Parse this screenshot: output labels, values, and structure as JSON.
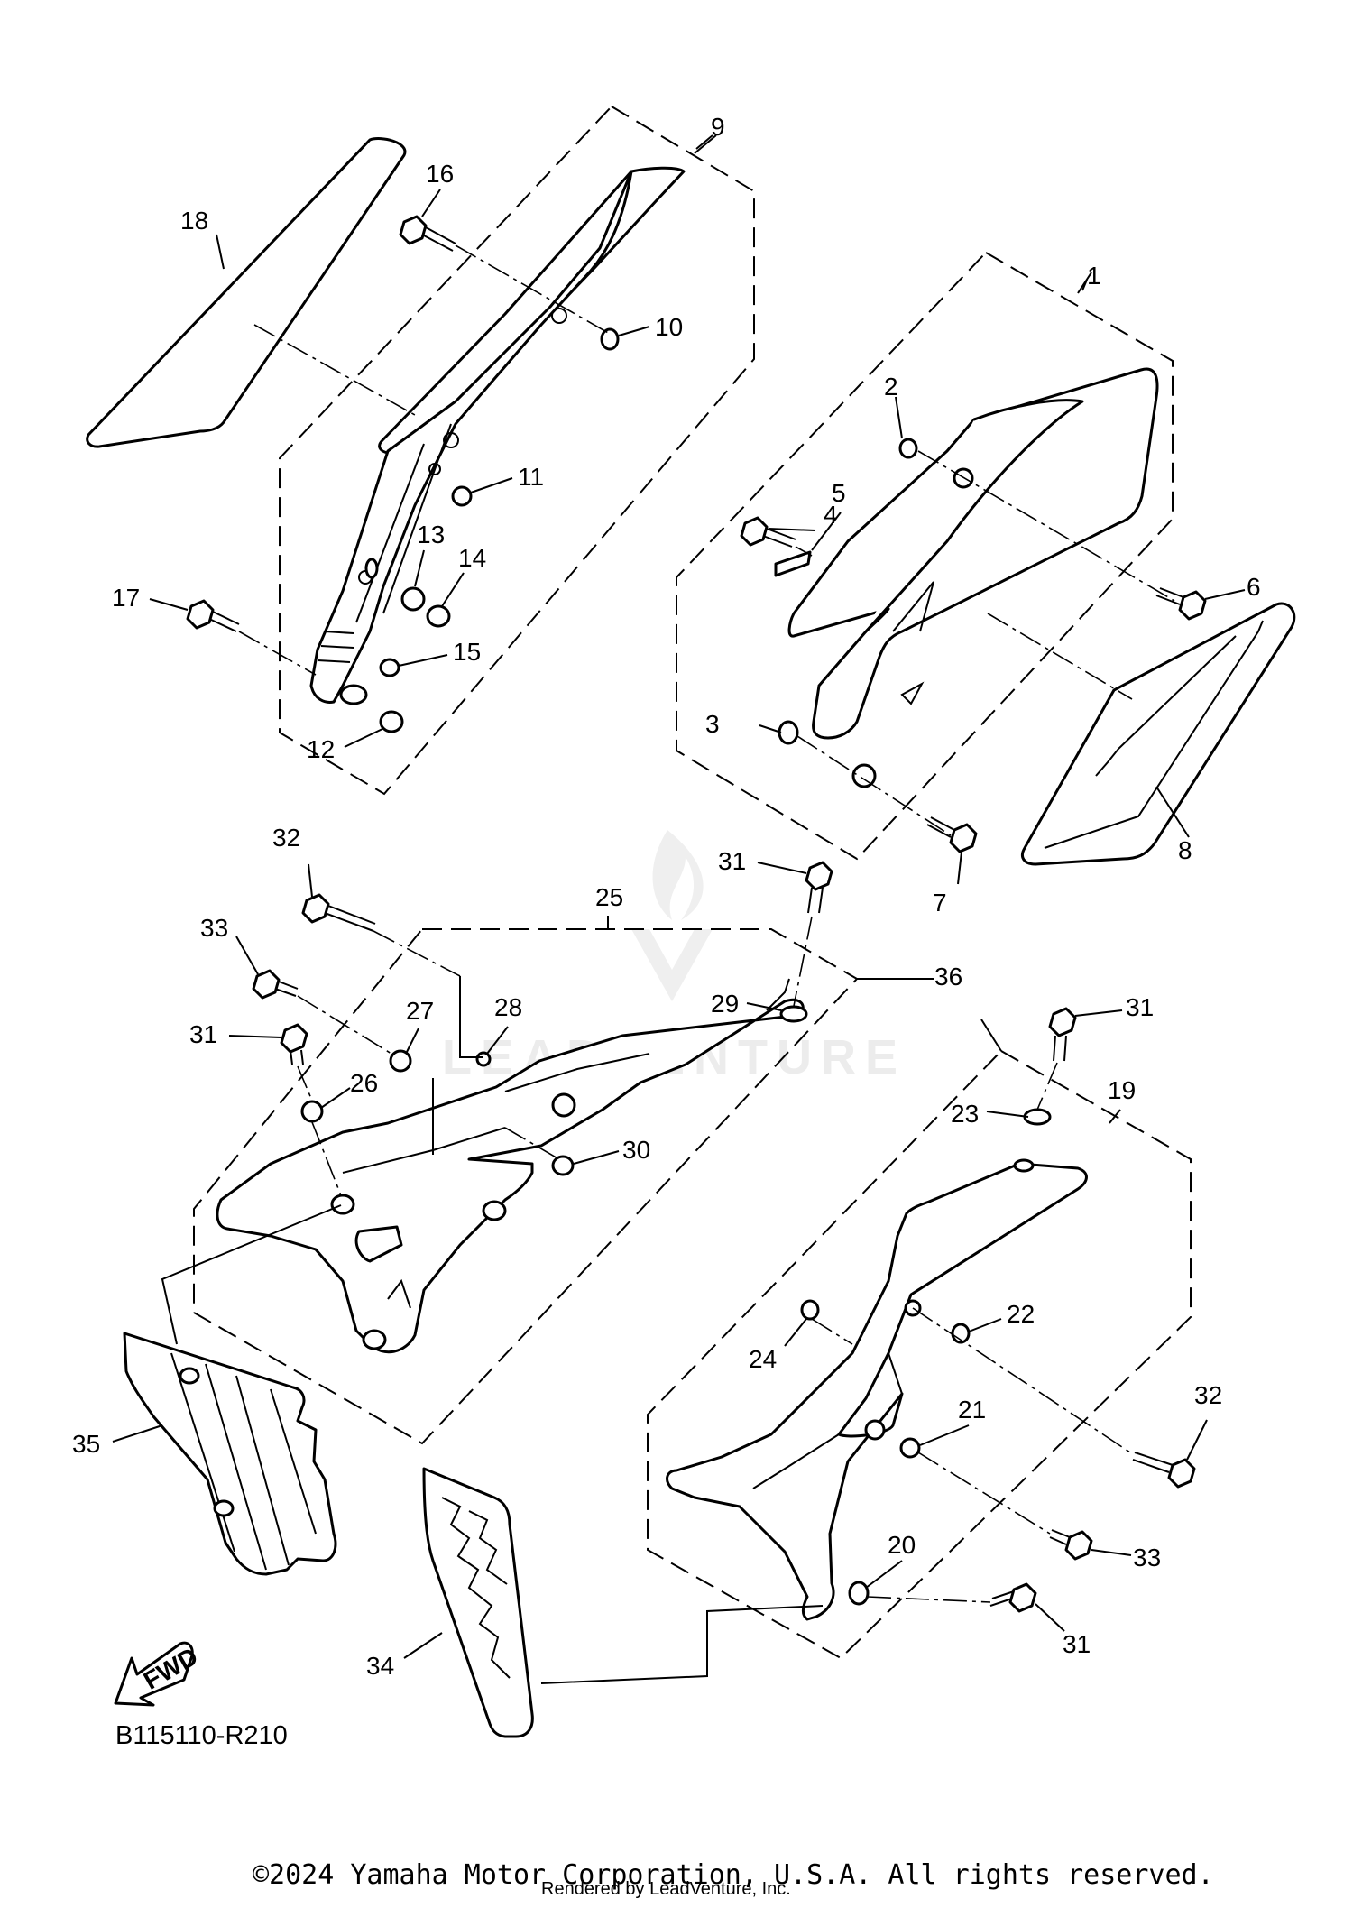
{
  "diagram": {
    "callouts": [
      "1",
      "2",
      "3",
      "4",
      "5",
      "6",
      "7",
      "8",
      "9",
      "10",
      "11",
      "12",
      "13",
      "14",
      "15",
      "16",
      "17",
      "18",
      "19",
      "20",
      "21",
      "22",
      "23",
      "24",
      "25",
      "26",
      "27",
      "28",
      "29",
      "30",
      "31",
      "32",
      "33",
      "34",
      "35",
      "36"
    ],
    "fwd_label": "FWD",
    "diagram_code": "B115110-R210",
    "watermark": "LEADVENTURE",
    "copyright": "©2024 Yamaha Motor Corporation, U.S.A. All rights reserved.",
    "rendered_by": "Rendered by LeadVenture, Inc."
  }
}
